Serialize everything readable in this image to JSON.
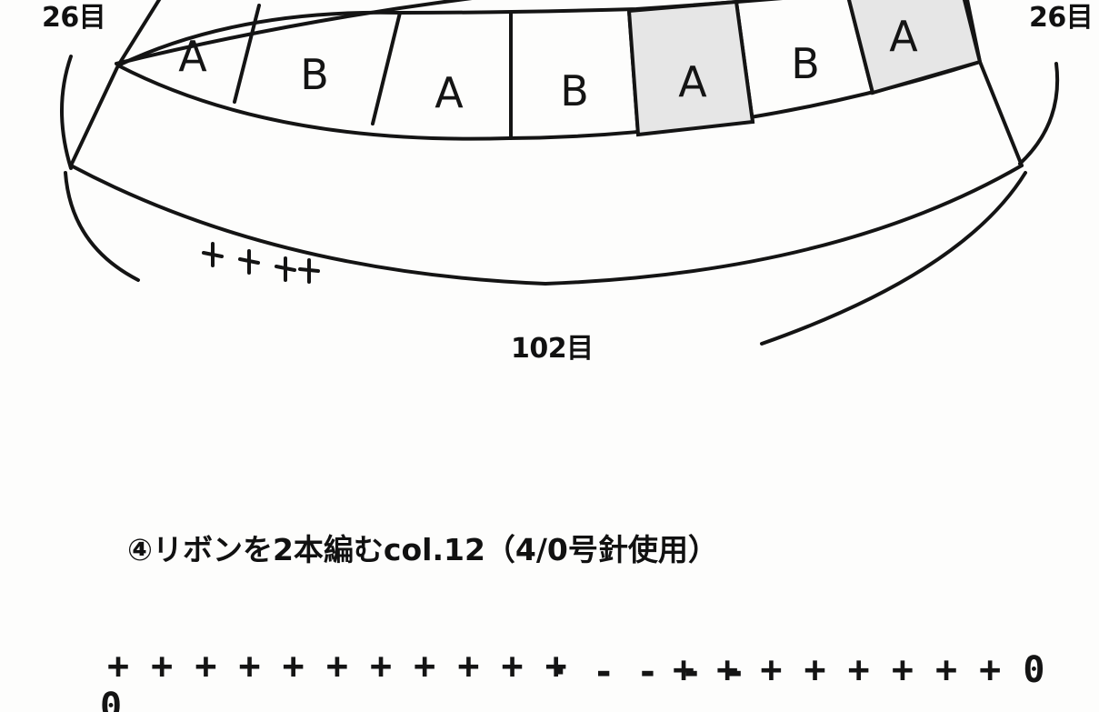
{
  "diagram": {
    "left_count": "26目",
    "right_count": "26目",
    "bottom_count": "102目",
    "blocks": [
      {
        "letter": "A",
        "shaded": false
      },
      {
        "letter": "B",
        "shaded": false
      },
      {
        "letter": "A",
        "shaded": false
      },
      {
        "letter": "B",
        "shaded": false
      },
      {
        "letter": "A",
        "shaded": true
      },
      {
        "letter": "B",
        "shaded": false
      },
      {
        "letter": "A",
        "shaded": true
      }
    ],
    "shade_color": "#e6e6e6",
    "line_color": "#141414"
  },
  "instruction": {
    "step_title": "④リボンを2本編むcol.12（4/0号針使用）"
  },
  "chart_symbols": {
    "row_top_left": "+ + + + + + + + + + +",
    "gap_marker": "· - - - -",
    "row_top_right": "+ + + + + + + + 0",
    "row_bottom_start": "0"
  }
}
